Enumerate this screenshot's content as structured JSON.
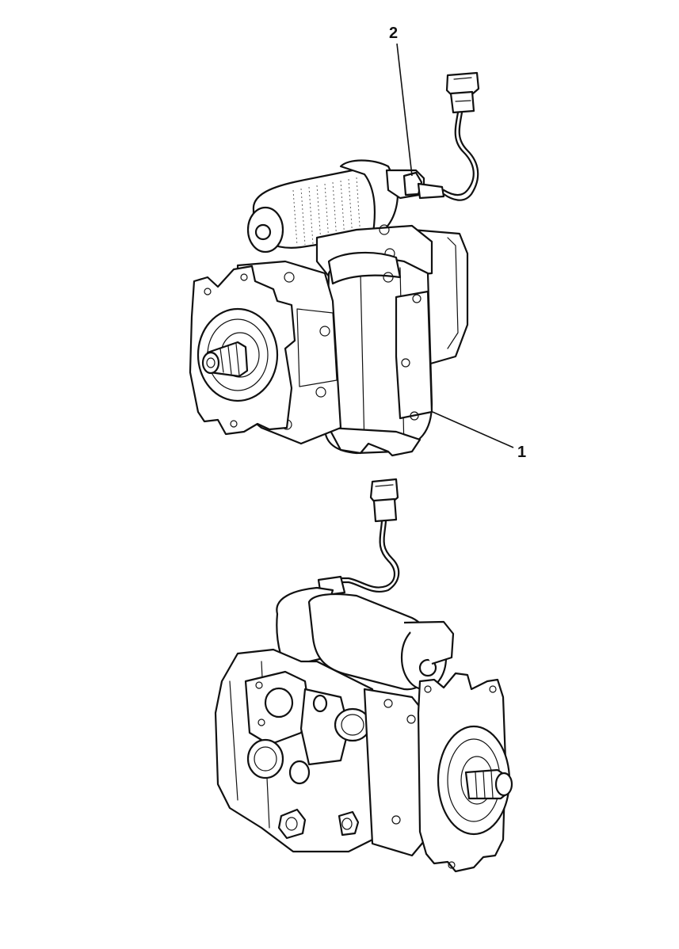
{
  "callouts": [
    {
      "id": "callout-1",
      "label": "1"
    },
    {
      "id": "callout-2",
      "label": "2"
    }
  ],
  "colors": {
    "ink": "#111111",
    "paper": "#ffffff"
  },
  "views": [
    {
      "name": "pump-upper-view",
      "icon": "hydraulic-pump-with-solenoid"
    },
    {
      "name": "pump-lower-view",
      "icon": "hydraulic-pump-with-solenoid"
    }
  ]
}
